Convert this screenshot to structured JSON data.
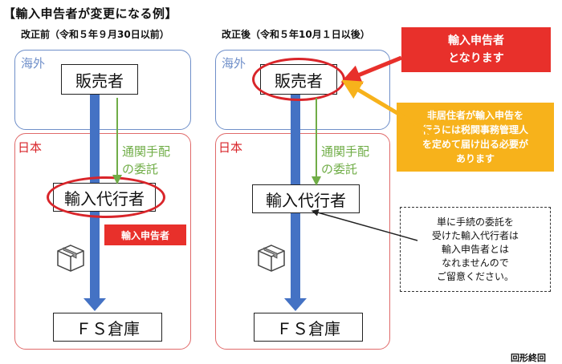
{
  "title": "【輸入申告者が変更になる例】",
  "before": {
    "heading": "改正前（令和５年９月30日以前）",
    "overseas_label": "海外",
    "japan_label": "日本",
    "seller": "販売者",
    "agent": "輸入代行者",
    "warehouse": "ＦＳ倉庫",
    "green_label": [
      "通関手配",
      "の委託"
    ],
    "declarant_tag": "輸入申告者"
  },
  "after": {
    "heading": "改正後（令和５年10月１日以後）",
    "overseas_label": "海外",
    "japan_label": "日本",
    "seller": "販売者",
    "agent": "輸入代行者",
    "warehouse": "ＦＳ倉庫",
    "green_label": [
      "通関手配",
      "の委託"
    ],
    "callout_red": [
      "輸入申告者",
      "となります"
    ],
    "callout_yellow": [
      "非居住者が輸入申告を",
      "行うには税関事務管理人",
      "を定めて届け出る必要が",
      "あります"
    ],
    "note": [
      "単に手続の委託を",
      "受けた輸入代行者は",
      "輸入申告者とは",
      "なれませんので",
      "ご留意ください。"
    ]
  },
  "footer": "回形終回",
  "icons": {
    "package": "package-box-icon"
  },
  "colors": {
    "flow_blue": "#4472c4",
    "highlight_red": "#e8302b",
    "caution_yellow": "#f7b21b",
    "entrust_green": "#70ad47"
  }
}
